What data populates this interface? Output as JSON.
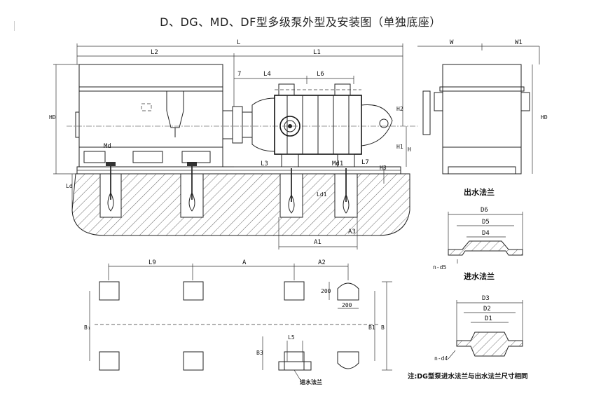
{
  "title": "D、DG、MD、DF型多级泵外型及安装图（单独底座）",
  "labels": {
    "L": "L",
    "L1": "L1",
    "L2": "L2",
    "L3": "L3",
    "L4": "L4",
    "L5": "L5",
    "L6": "L6",
    "L7": "L7",
    "L9": "L9",
    "seven": "7",
    "Md": "Md",
    "Md1": "Md1",
    "Ld": "Ld",
    "Ld1": "Ld1",
    "HD": "HD",
    "HD_side": "HD",
    "H": "H",
    "H1": "H1",
    "H2": "H2",
    "H3": "H3",
    "A": "A",
    "A1": "A1",
    "A2": "A2",
    "A3": "A3",
    "B1": "B1",
    "B": "B",
    "B3": "B3",
    "Bs": "B₁",
    "W": "W",
    "W1": "W1",
    "D1": "D1",
    "D2": "D2",
    "D3": "D3",
    "D4": "D4",
    "D5": "D5",
    "D6": "D6",
    "nd4": "n-d4",
    "nd5": "n-d5",
    "dim200a": "200",
    "dim200b": "200"
  },
  "captions": {
    "outlet_flange": "出水法兰",
    "inlet_flange": "进水法兰",
    "inlet_flange_small": "进水法兰",
    "note": "注:DG型泵进水法兰与出水法兰尺寸相同"
  }
}
